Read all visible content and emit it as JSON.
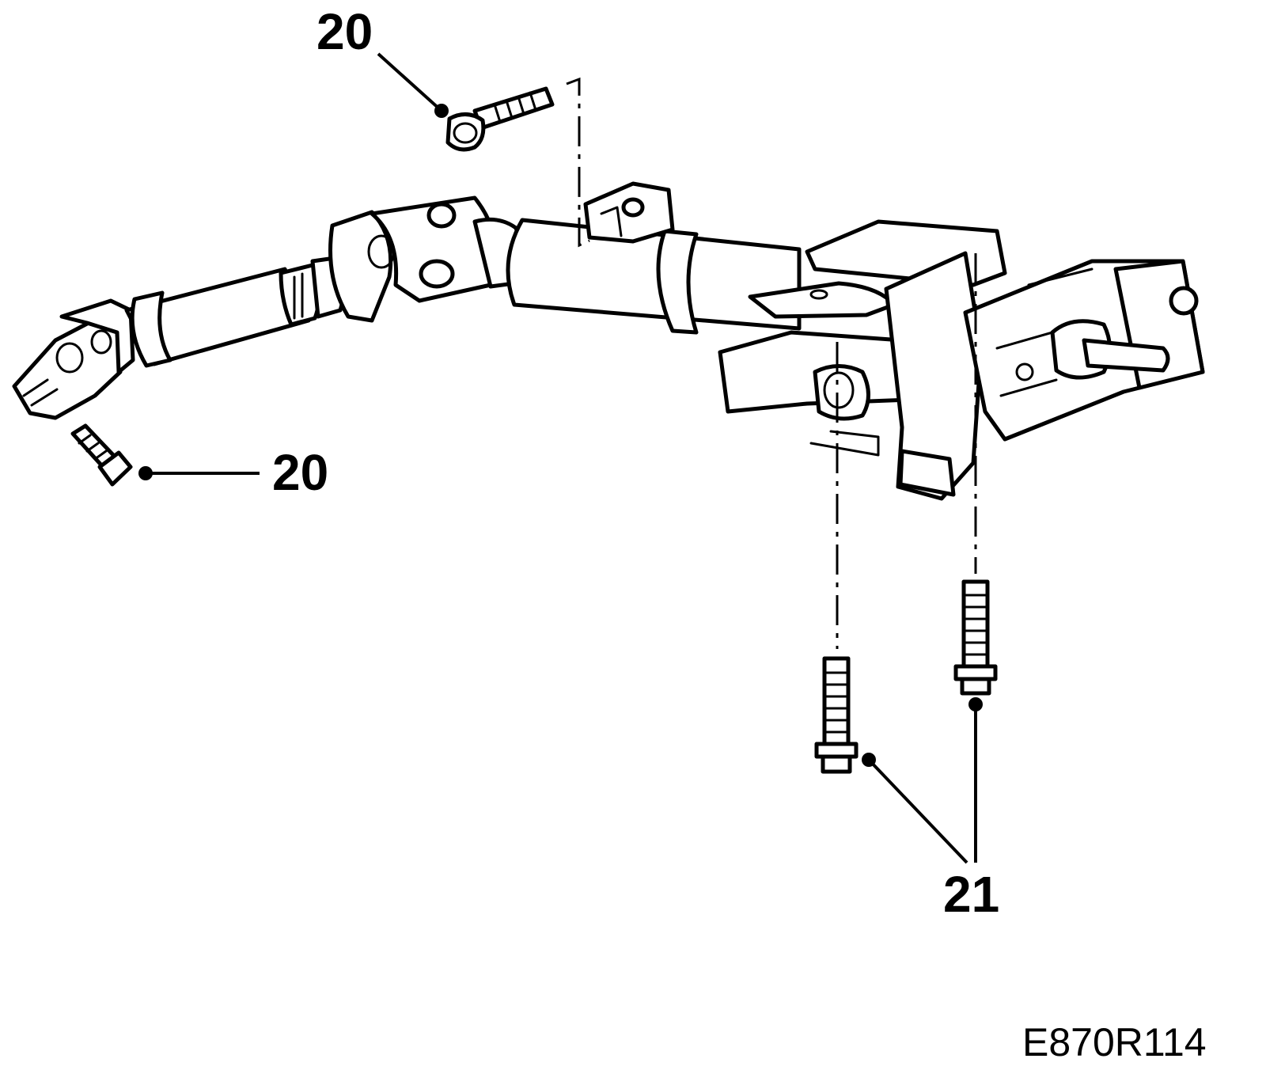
{
  "callouts": {
    "top_bolt": "20",
    "left_bolt": "20",
    "bottom_bolts": "21"
  },
  "figure_code": "E870R114",
  "colors": {
    "line": "#000000",
    "background": "#ffffff"
  }
}
